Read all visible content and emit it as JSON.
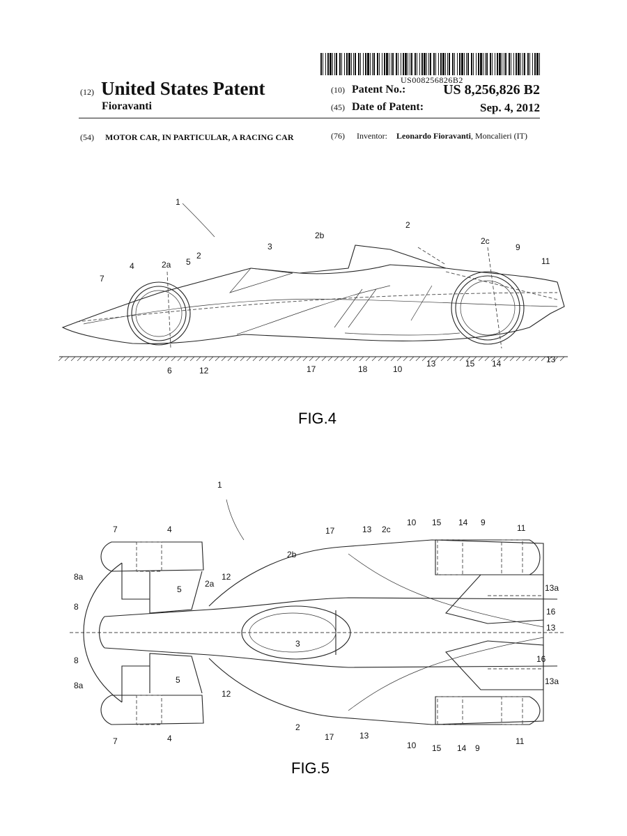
{
  "header": {
    "barcode_text": "US008256826B2",
    "code12": "(12)",
    "patent_type": "United States Patent",
    "inventor_surname": "Fioravanti",
    "code10": "(10)",
    "patent_no_label": "Patent No.:",
    "patent_no_value": "US 8,256,826 B2",
    "code45": "(45)",
    "date_label": "Date of Patent:",
    "date_value": "Sep. 4, 2012"
  },
  "biblio": {
    "code54": "(54)",
    "title": "MOTOR CAR, IN PARTICULAR, A RACING CAR",
    "code76": "(76)",
    "inventor_label": "Inventor:",
    "inventor_name": "Leonardo Fioravanti",
    "inventor_location": ", Moncalieri (IT)"
  },
  "figures": {
    "fig4": {
      "caption": "FIG.4",
      "labels": [
        "1",
        "2",
        "2b",
        "2c",
        "3",
        "2a",
        "5",
        "2",
        "4",
        "7",
        "9",
        "11",
        "6",
        "12",
        "17",
        "18",
        "10",
        "13",
        "15",
        "14",
        "13"
      ]
    },
    "fig5": {
      "caption": "FIG.5",
      "labels": [
        "1",
        "7",
        "4",
        "2b",
        "17",
        "13",
        "2c",
        "10",
        "15",
        "14",
        "9",
        "11",
        "8a",
        "12",
        "5",
        "2a",
        "8",
        "3",
        "8",
        "5",
        "12",
        "8a",
        "2",
        "17",
        "13",
        "10",
        "15",
        "14",
        "9",
        "11",
        "7",
        "4",
        "13a",
        "16",
        "13",
        "16",
        "13a"
      ]
    }
  }
}
